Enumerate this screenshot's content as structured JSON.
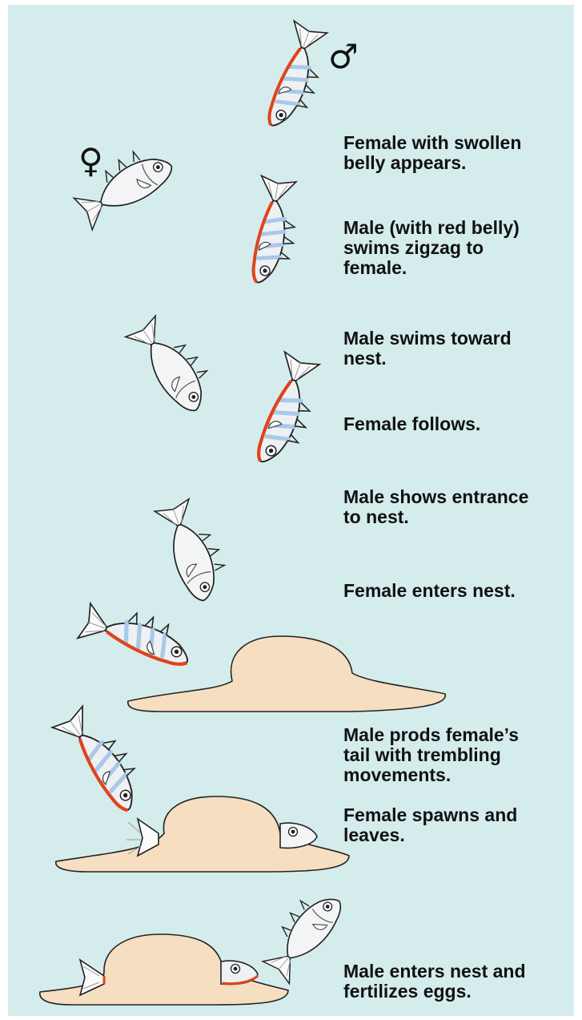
{
  "diagram": {
    "male_symbol": "♂",
    "female_symbol": "♀",
    "captions": [
      "Female with swollen\nbelly appears.",
      "Male (with red belly)\nswims zigzag to\nfemale.",
      "Male swims toward\nnest.",
      "Female follows.",
      "Male shows entrance\nto nest.",
      "Female enters nest.",
      "Male prods female’s\ntail with trembling\nmovements.",
      "Female spawns and\nleaves.",
      "Male enters nest and\nfertilizes eggs."
    ]
  },
  "colors": {
    "water": "#d5ecec",
    "sand": "#f5dfc0",
    "male_belly": "#e0431c",
    "fish_body": "#f2f4f6",
    "male_stripes": "#a9c9e8"
  }
}
